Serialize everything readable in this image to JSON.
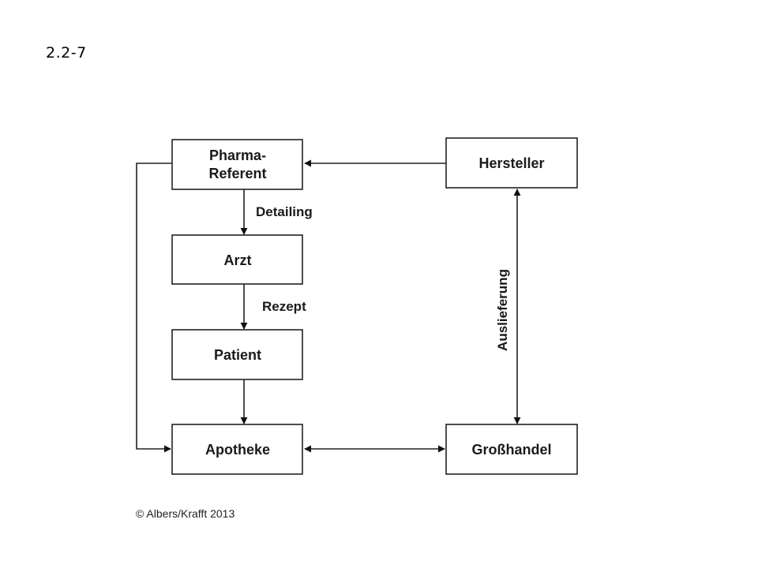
{
  "slide": {
    "number": "2.2-7"
  },
  "diagram": {
    "nodes": {
      "pharma_referent": {
        "lines": [
          "Pharma-",
          "Referent"
        ]
      },
      "arzt": {
        "label": "Arzt"
      },
      "patient": {
        "label": "Patient"
      },
      "apotheke": {
        "label": "Apotheke"
      },
      "hersteller": {
        "label": "Hersteller"
      },
      "grosshandel": {
        "label": "Großhandel"
      }
    },
    "edges": {
      "detailing": "Detailing",
      "rezept": "Rezept",
      "auslieferung": "Auslieferung"
    }
  },
  "footer": {
    "copyright": "© Albers/Krafft 2013"
  }
}
